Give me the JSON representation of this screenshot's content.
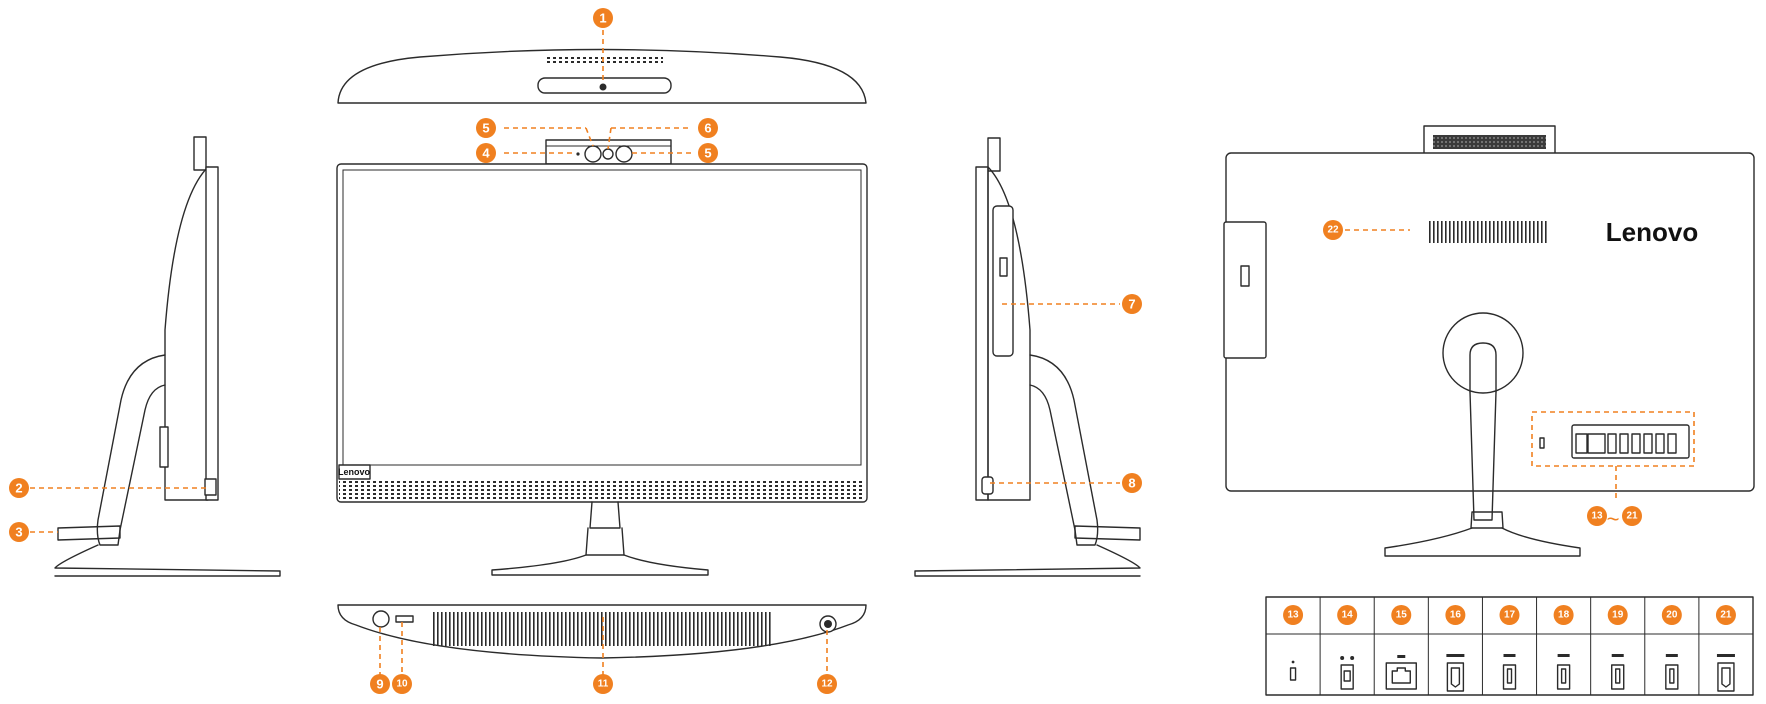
{
  "accent": "#f08020",
  "brand": {
    "front_logo": "Lenovo",
    "rear_logo": "Lenovo"
  },
  "callouts": [
    "1",
    "2",
    "3",
    "4",
    "5",
    "5",
    "6",
    "7",
    "8",
    "9",
    "10",
    "11",
    "12",
    "22"
  ],
  "range_label": {
    "from": "13",
    "separator": "~",
    "to": "21"
  },
  "port_table": {
    "numbers": [
      "13",
      "14",
      "15",
      "16",
      "17",
      "18",
      "19",
      "20",
      "21"
    ],
    "icons": [
      "security-lock-slot-icon",
      "power-connector-icon",
      "ethernet-port-icon",
      "hdmi-out-port-icon",
      "usb-port-icon",
      "usb-port-icon",
      "usb-port-icon",
      "usb3-port-icon",
      "hdmi-in-port-icon"
    ]
  }
}
